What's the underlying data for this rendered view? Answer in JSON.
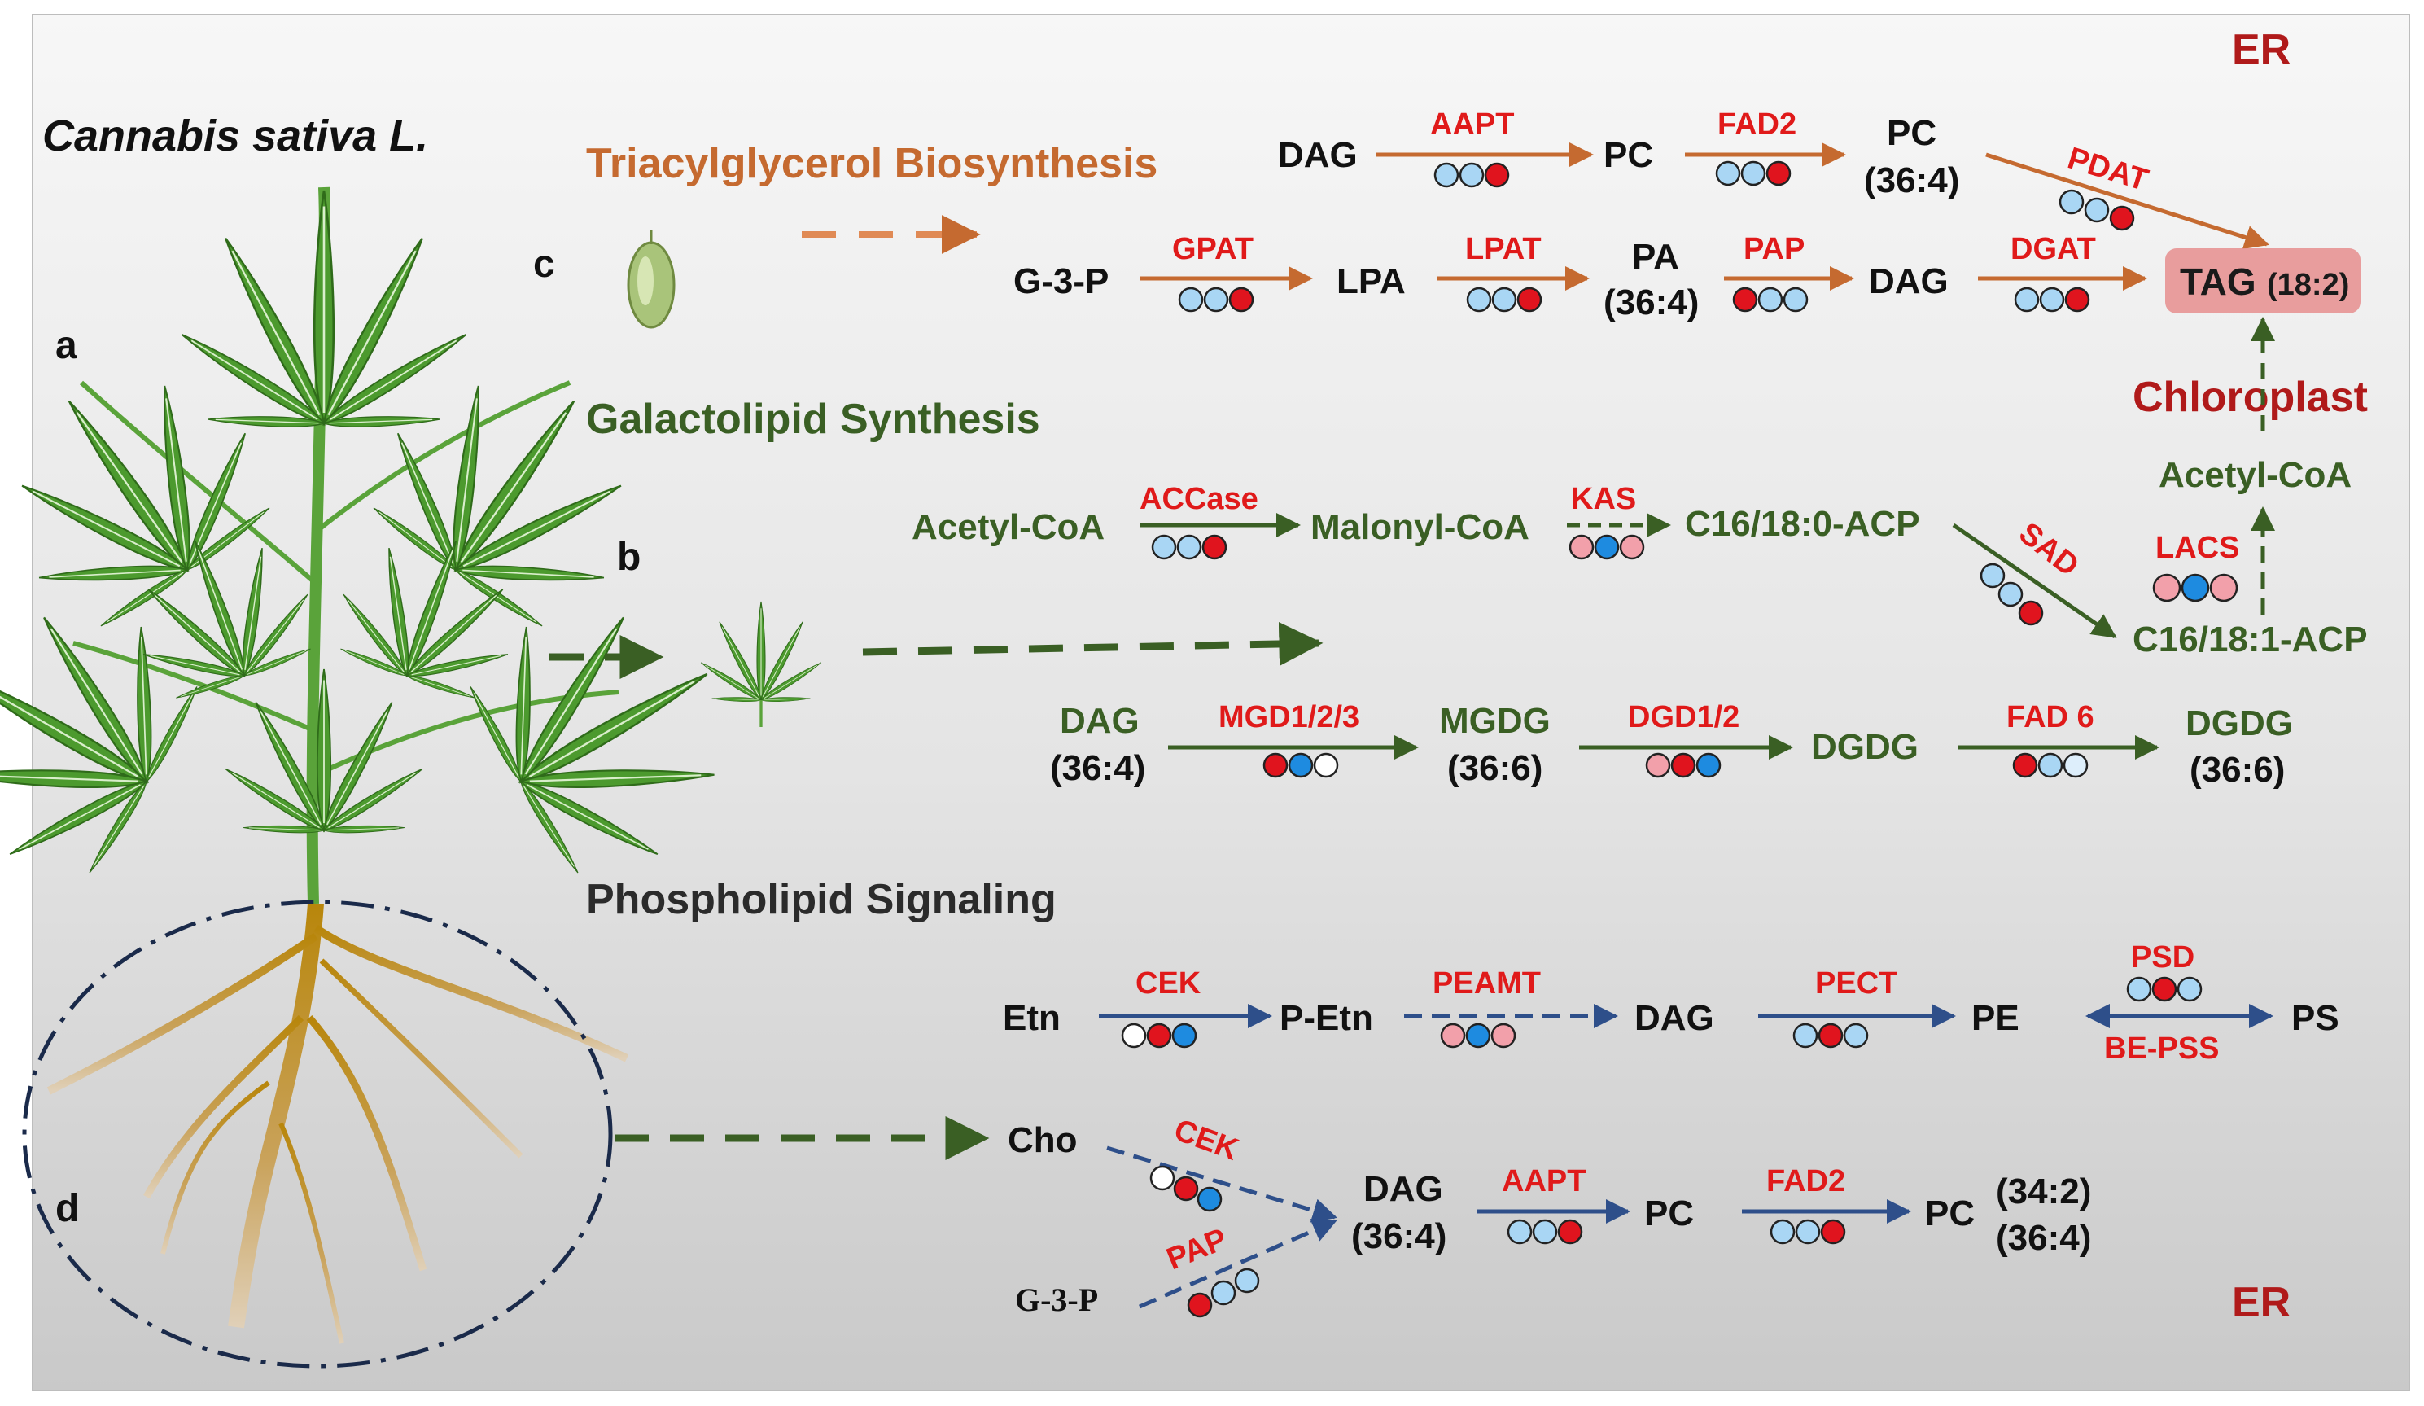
{
  "colors": {
    "orange": "#c56a30",
    "green": "#3a5f24",
    "blue": "#2e4f8a",
    "red": "#e01a1a",
    "darkred": "#b01a1a",
    "black": "#111111",
    "dot_red": "#e0141e",
    "dot_lightblue": "#a9d6f4",
    "dot_blue": "#1e8be0",
    "dot_pink": "#f2a0aa",
    "dot_white": "#ffffff",
    "tag_box": "#e79393",
    "leaf": "#4c9a2e",
    "root": "#c39a22"
  },
  "labels": {
    "er_top": "ER",
    "er_bottom": "ER",
    "species": "Cannabis sativa L.",
    "panel_a": "a",
    "panel_b": "b",
    "panel_c": "c",
    "panel_d": "d",
    "chloroplast": "Chloroplast"
  },
  "sections": {
    "tag_title": "Triacylglycerol Biosynthesis",
    "galacto_title": "Galactolipid Synthesis",
    "phospho_title": "Phospholipid Signaling"
  },
  "nodes": {
    "dag1": "DAG",
    "pc1": "PC",
    "pc2a": "PC",
    "pc2b": "(36:4)",
    "g3p1": "G-3-P",
    "lpa": "LPA",
    "pa_a": "PA",
    "pa_b": "(36:4)",
    "dag2": "DAG",
    "tag": "TAG",
    "tag_sub": "(18:2)",
    "acetyl_coa_r": "Acetyl-CoA",
    "acetyl_coa": "Acetyl-CoA",
    "malonyl": "Malonyl-CoA",
    "c16_0": "C16/18:0-ACP",
    "c16_1": "C16/18:1-ACP",
    "dag3a": "DAG",
    "dag3b": "(36:4)",
    "mgdg_a": "MGDG",
    "mgdg_b": "(36:6)",
    "dgdg1": "DGDG",
    "dgdg2a": "DGDG",
    "dgdg2b": "(36:6)",
    "etn": "Etn",
    "petn": "P-Etn",
    "dag4": "DAG",
    "pe": "PE",
    "ps": "PS",
    "cho": "Cho",
    "g3p2": "G-3-P",
    "dag5a": "DAG",
    "dag5b": "(36:4)",
    "pc3": "PC",
    "pc4": "PC",
    "pc4_s1": "(34:2)",
    "pc4_s2": "(36:4)"
  },
  "enzymes": {
    "aapt1": "AAPT",
    "fad2_1": "FAD2",
    "pdat": "PDAT",
    "gpat": "GPAT",
    "lpat": "LPAT",
    "pap1": "PAP",
    "dgat": "DGAT",
    "accase": "ACCase",
    "kas": "KAS",
    "sad": "SAD",
    "lacs": "LACS",
    "mgd": "MGD1/2/3",
    "dgd": "DGD1/2",
    "fad6": "FAD 6",
    "cek1": "CEK",
    "peamt": "PEAMT",
    "pect": "PECT",
    "psd": "PSD",
    "bepss": "BE-PSS",
    "cek2": "CEK",
    "pap2": "PAP",
    "aapt2": "AAPT",
    "fad2_2": "FAD2"
  }
}
